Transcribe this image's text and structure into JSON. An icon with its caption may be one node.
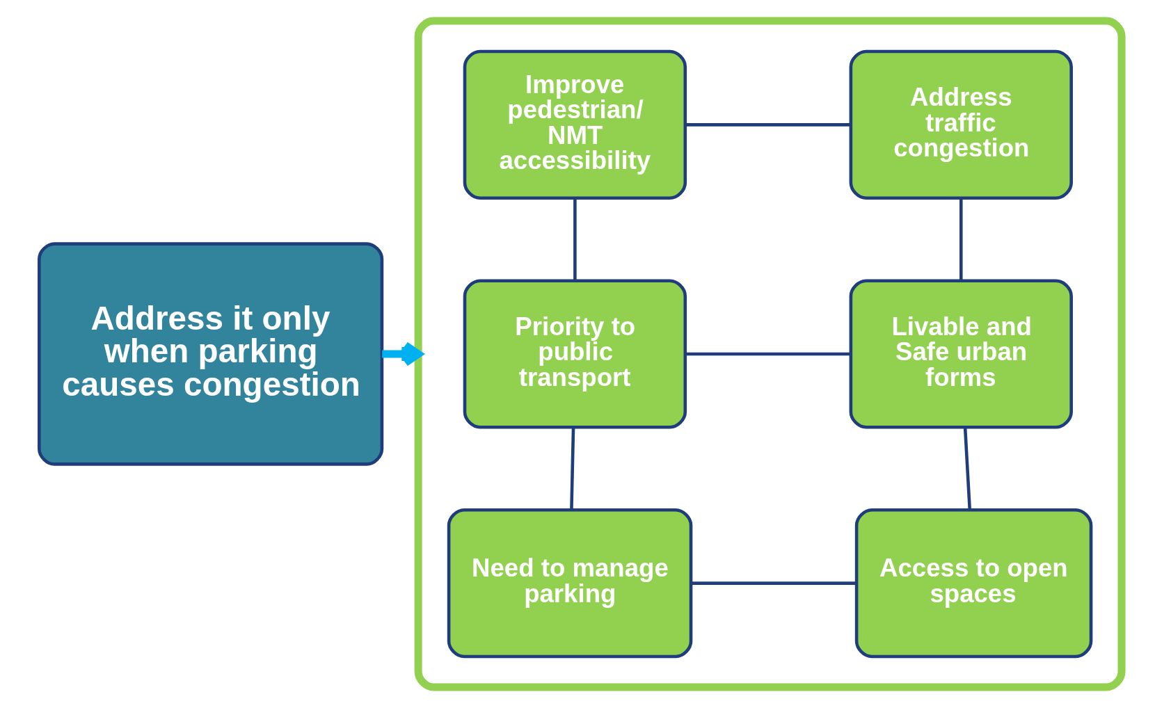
{
  "diagram": {
    "nodes": [
      {
        "text": [
          "Address it only when parking causes congestion"
        ]
      },
      {
        "text": [],
        "shape": "box"
      },
      {
        "text": [
          "Improve pedestrian/ NMT accessibility"
        ],
        "in": 1
      },
      {
        "text": [
          "Address traffic congestion"
        ],
        "in": 1
      },
      {
        "text": [
          "Priority to public transport"
        ],
        "in": 1
      },
      {
        "text": [
          "Livable and Safe urban forms"
        ],
        "in": 1
      },
      {
        "text": [
          "Need to manage parking"
        ],
        "in": 1
      },
      {
        "text": [
          "Access to open spaces"
        ],
        "in": 1
      }
    ],
    "edges": [
      {
        "from": 0,
        "to": 1,
        "arrow": "to",
        "style": "thick",
        "color": "#00b0f0"
      },
      {
        "from": 2,
        "to": 3,
        "arrow": "none"
      },
      {
        "from": 2,
        "to": 4,
        "arrow": "none"
      },
      {
        "from": 3,
        "to": 5,
        "arrow": "none"
      },
      {
        "from": 4,
        "to": 5,
        "arrow": "none"
      },
      {
        "from": 4,
        "to": 6,
        "arrow": "none"
      },
      {
        "from": 5,
        "to": 7,
        "arrow": "none"
      },
      {
        "from": 6,
        "to": 7,
        "arrow": "none"
      }
    ]
  }
}
